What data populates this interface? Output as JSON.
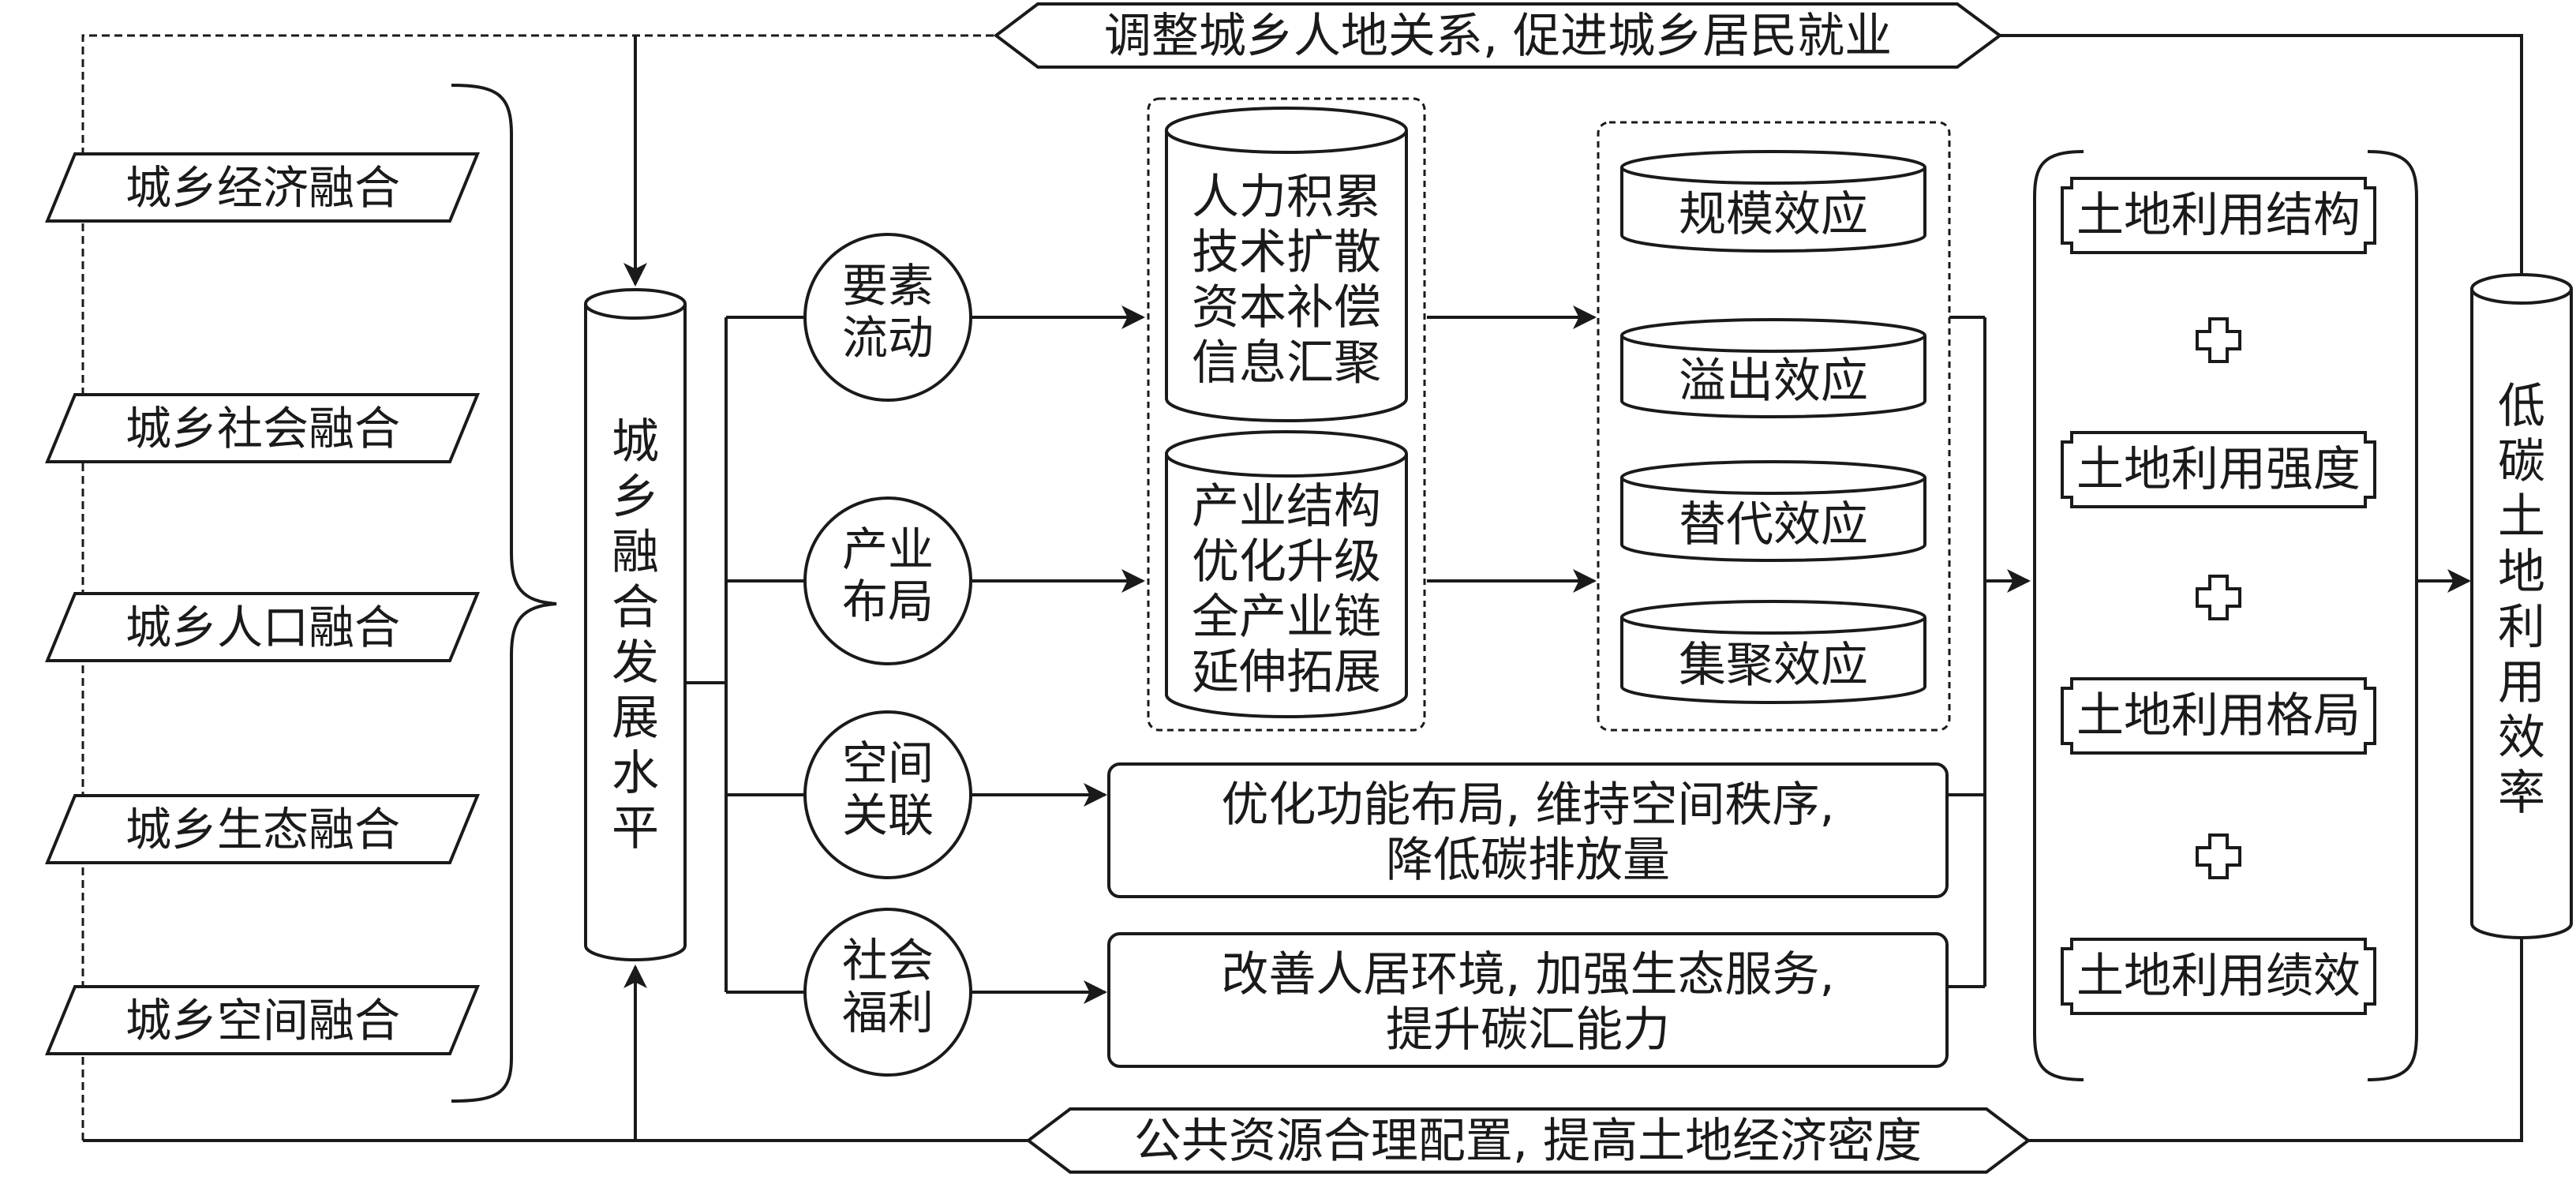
{
  "banners": {
    "top": "调整城乡人地关系, 促进城乡居民就业",
    "bottom": "公共资源合理配置, 提高土地经济密度"
  },
  "fusion_dimensions": [
    "城乡经济融合",
    "城乡社会融合",
    "城乡人口融合",
    "城乡生态融合",
    "城乡空间融合"
  ],
  "core_level": [
    "城",
    "乡",
    "融",
    "合",
    "发",
    "展",
    "水",
    "平"
  ],
  "channels": [
    {
      "line1": "要素",
      "line2": "流动"
    },
    {
      "line1": "产业",
      "line2": "布局"
    },
    {
      "line1": "空间",
      "line2": "关联"
    },
    {
      "line1": "社会",
      "line2": "福利"
    }
  ],
  "mechanisms": {
    "factor": [
      "人力积累",
      "技术扩散",
      "资本补偿",
      "信息汇聚"
    ],
    "industry": [
      "产业结构",
      "优化升级",
      "全产业链",
      "延伸拓展"
    ]
  },
  "effects": [
    "规模效应",
    "溢出效应",
    "替代效应",
    "集聚效应"
  ],
  "outcomes": {
    "spatial": [
      "优化功能布局, 维持空间秩序,",
      "降低碳排放量"
    ],
    "welfare": [
      "改善人居环境, 加强生态服务,",
      "提升碳汇能力"
    ]
  },
  "land_use": [
    "土地利用结构",
    "土地利用强度",
    "土地利用格局",
    "土地利用绩效"
  ],
  "plus_symbol": "+",
  "result": [
    "低",
    "碳",
    "土",
    "地",
    "利",
    "用",
    "效",
    "率"
  ]
}
